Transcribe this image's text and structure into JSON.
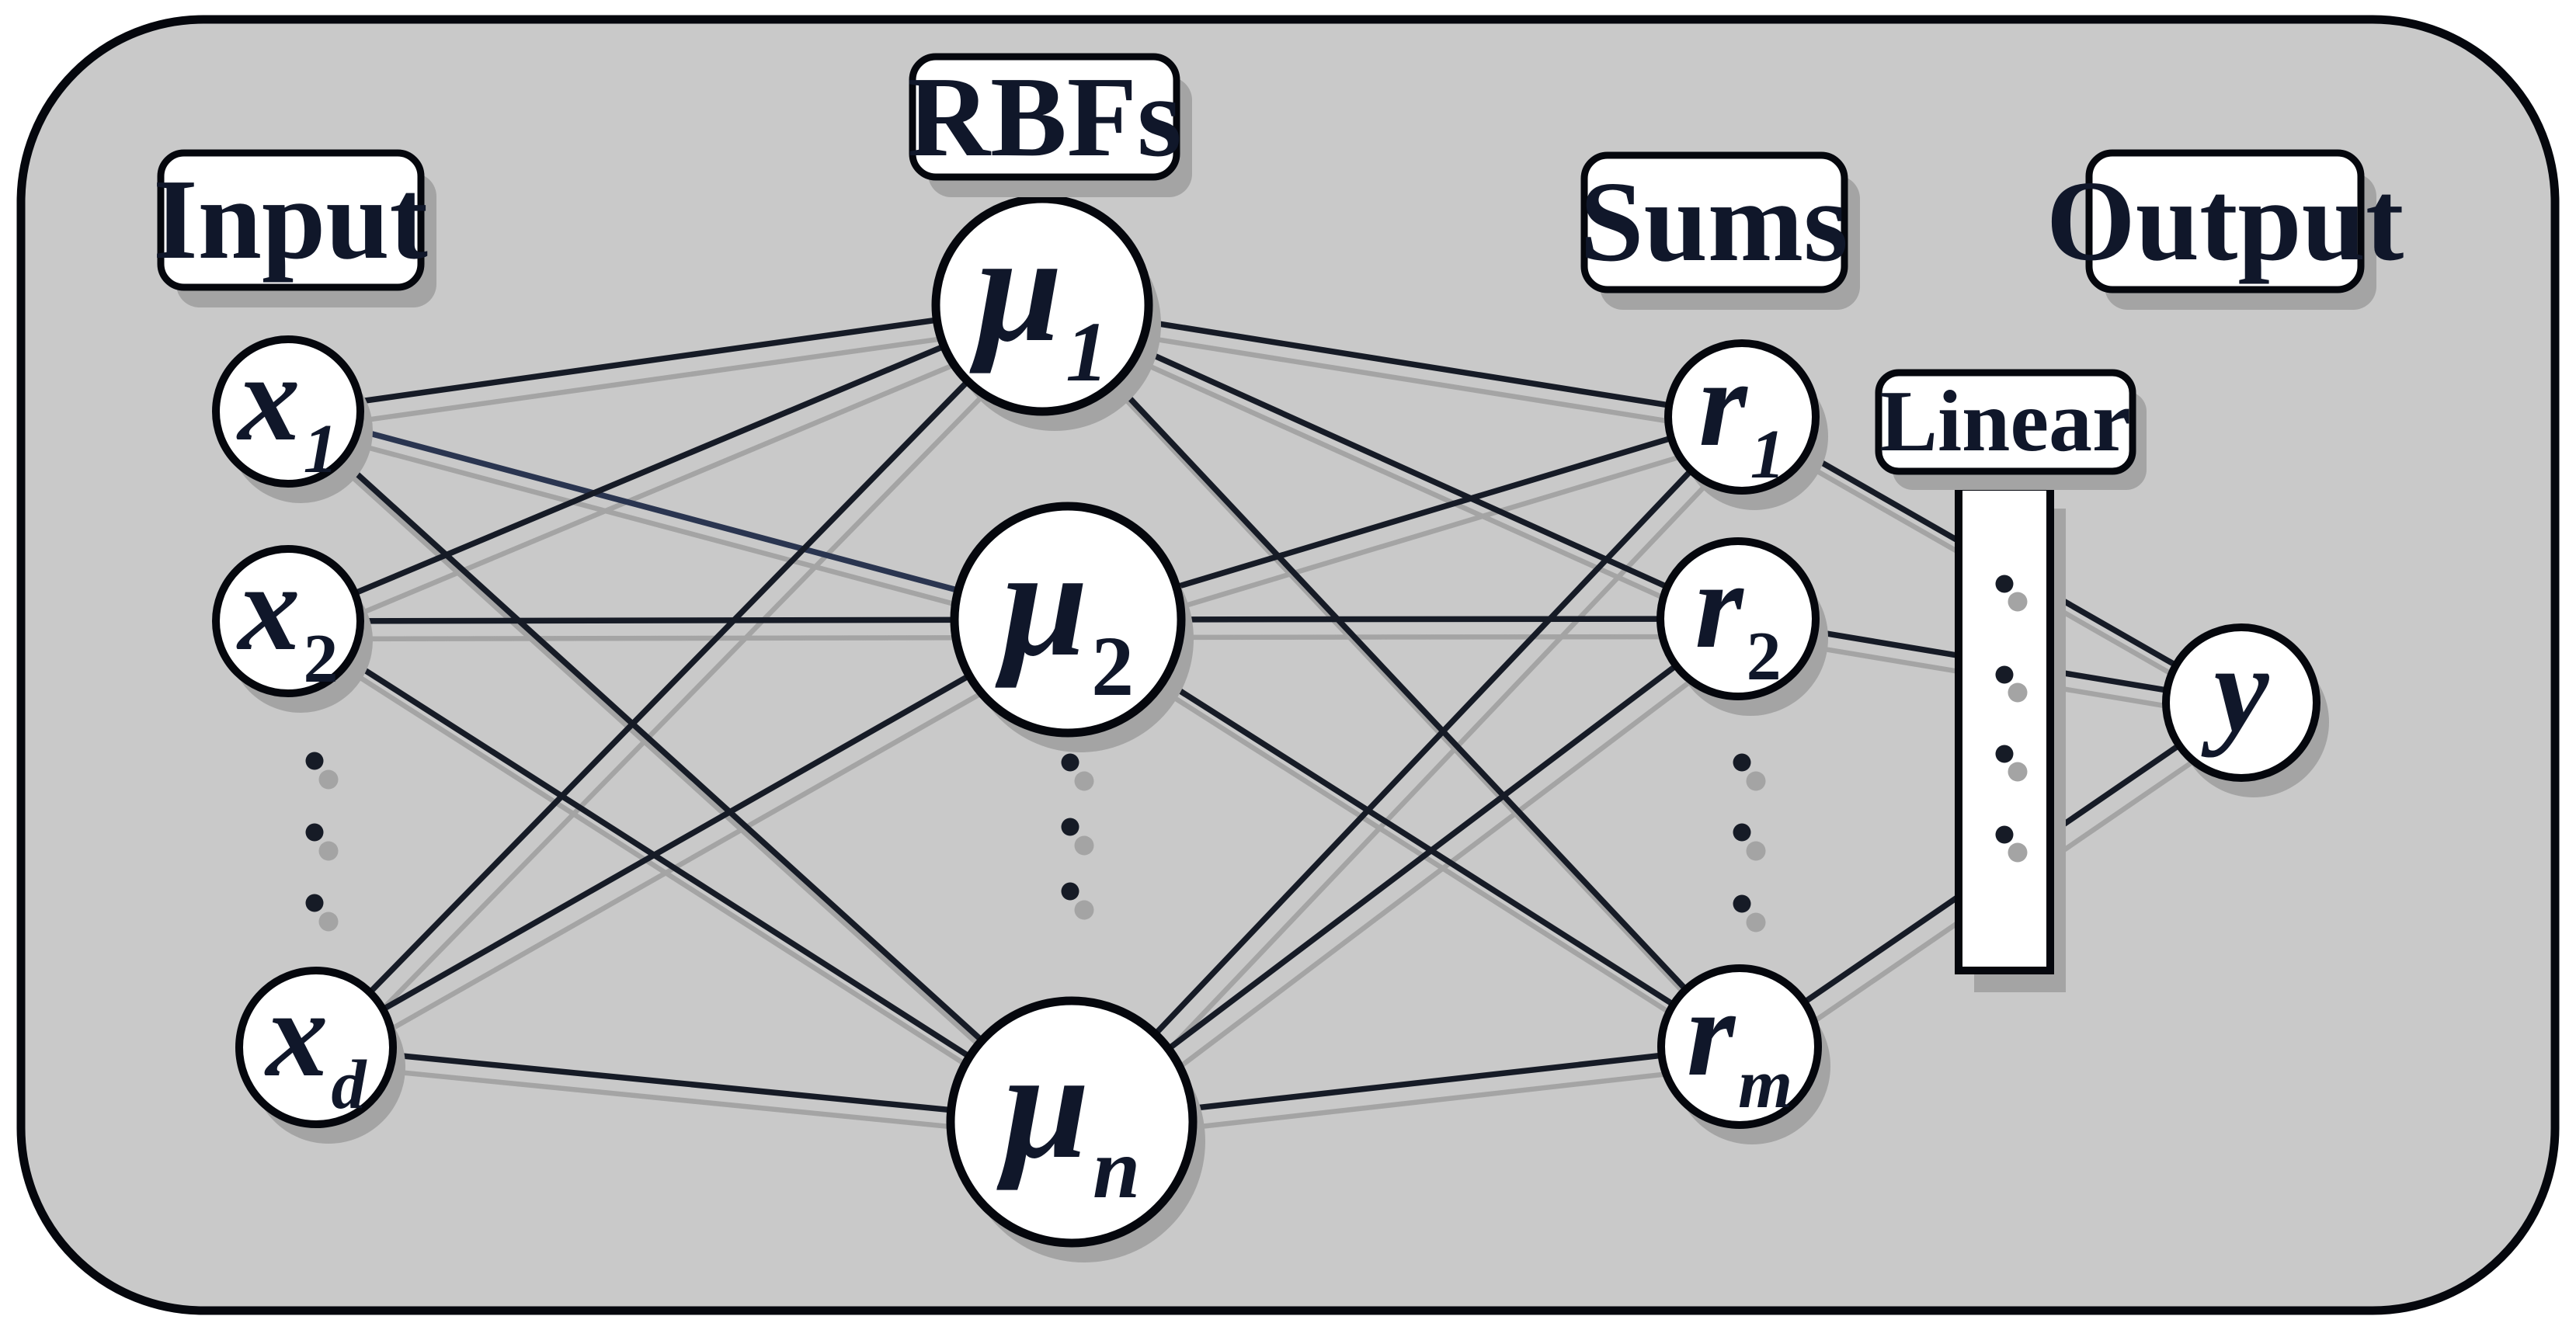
{
  "diagram_title": "Radial Basis Function network diagram",
  "colors": {
    "background": "#c9c9c9",
    "outside": "#ffffff",
    "stroke": "#05070d",
    "text": "#10172a",
    "edge": "#161b26",
    "edge_accent": "#2a3550",
    "shadow": "#a4a4a4",
    "node_fill": "#ffffff"
  },
  "labels": {
    "input": "Input",
    "rbfs": "RBFs",
    "sums": "Sums",
    "linear": "Linear",
    "output": "Output"
  },
  "nodes": {
    "inputs": [
      {
        "main": "x",
        "sub": "1",
        "sub_italic": true
      },
      {
        "main": "x",
        "sub": "2",
        "sub_italic": false
      },
      {
        "main": "x",
        "sub": "d",
        "sub_italic": true
      }
    ],
    "rbfs": [
      {
        "main": "μ",
        "sub": "1",
        "sub_italic": true
      },
      {
        "main": "μ",
        "sub": "2",
        "sub_italic": false
      },
      {
        "main": "μ",
        "sub": "n",
        "sub_italic": true
      }
    ],
    "sums": [
      {
        "main": "r",
        "sub": "1",
        "sub_italic": true
      },
      {
        "main": "r",
        "sub": "2",
        "sub_italic": false
      },
      {
        "main": "r",
        "sub": "m",
        "sub_italic": true
      }
    ],
    "output": {
      "main": "y",
      "sub": ""
    }
  }
}
